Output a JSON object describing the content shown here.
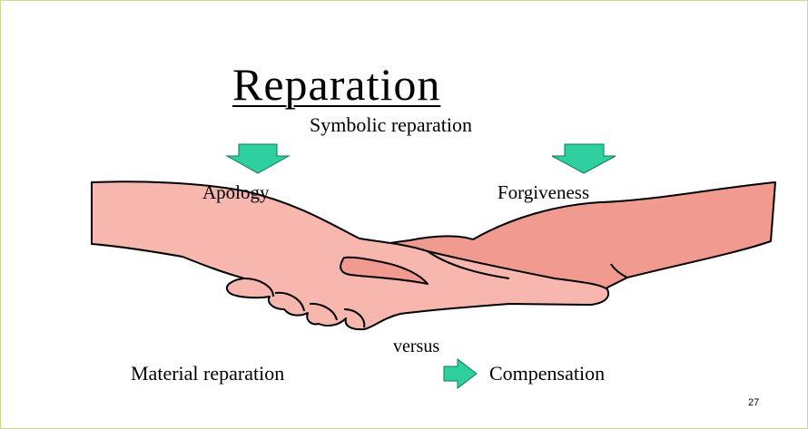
{
  "slide": {
    "title": "Reparation",
    "subtitle": "Symbolic reparation",
    "left_outcome": "Apology",
    "right_outcome": "Forgiveness",
    "connector": "versus",
    "material": "Material reparation",
    "compensation": "Compensation",
    "page_number": "27"
  },
  "colors": {
    "arrow": "#2fd0a0",
    "arrow_outline": "#0a7a55",
    "skin_left": "#f7b7ae",
    "skin_right": "#f19a8f",
    "outline": "#000000",
    "slide_border": "#c9dc8e"
  },
  "icons": {
    "down_arrows": "down-arrow-icon",
    "right_arrow": "right-arrow-icon",
    "illustration": "handshake"
  }
}
